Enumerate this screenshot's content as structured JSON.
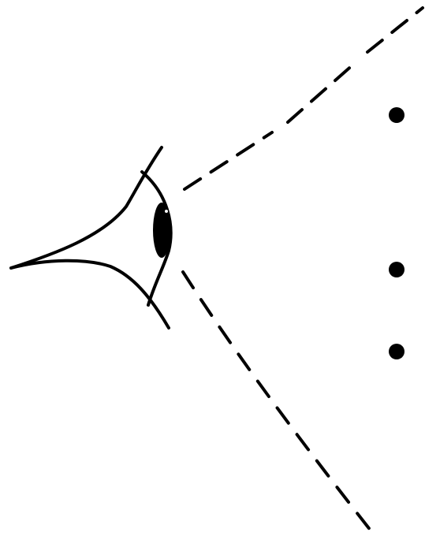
{
  "diagram": {
    "eye_icon": "eye-icon",
    "sight_lines": [
      "upper-dashed-line",
      "lower-dashed-line"
    ],
    "dot_count": 3,
    "colors": {
      "background": "#ffffff",
      "ink": "#000000"
    }
  }
}
